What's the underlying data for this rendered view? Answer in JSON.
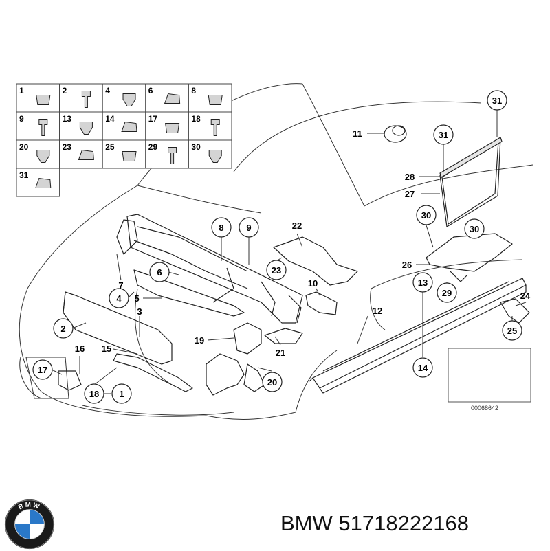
{
  "parts_grid": [
    {
      "no": "1"
    },
    {
      "no": "2"
    },
    {
      "no": "4"
    },
    {
      "no": "6"
    },
    {
      "no": "8"
    },
    {
      "no": "9"
    },
    {
      "no": "13"
    },
    {
      "no": "14"
    },
    {
      "no": "17"
    },
    {
      "no": "18"
    },
    {
      "no": "20"
    },
    {
      "no": "23"
    },
    {
      "no": "25"
    },
    {
      "no": "29"
    },
    {
      "no": "30"
    },
    {
      "no": "31"
    }
  ],
  "callouts": {
    "c31a": "31",
    "c31b": "31",
    "c11": "11",
    "c28": "28",
    "c27": "27",
    "c30a": "30",
    "c30b": "30",
    "c26": "26",
    "c29": "29",
    "c22": "22",
    "c23": "23",
    "c8": "8",
    "c9": "9",
    "c6": "6",
    "c7": "7",
    "c4": "4",
    "c5": "5",
    "c3": "3",
    "c2": "2",
    "c10": "10",
    "c13": "13",
    "c24": "24",
    "c25": "25",
    "c12": "12",
    "c14": "14",
    "c19": "19",
    "c21": "21",
    "c20": "20",
    "c16": "16",
    "c15": "15",
    "c17": "17",
    "c18": "18",
    "c1": "1"
  },
  "reference_number": "00068642",
  "caption": "BMW 51718222168",
  "logo": {
    "text": "BMW",
    "colors": {
      "ring": "#1a1a1a",
      "blue": "#2a78c8",
      "white": "#ffffff"
    }
  }
}
